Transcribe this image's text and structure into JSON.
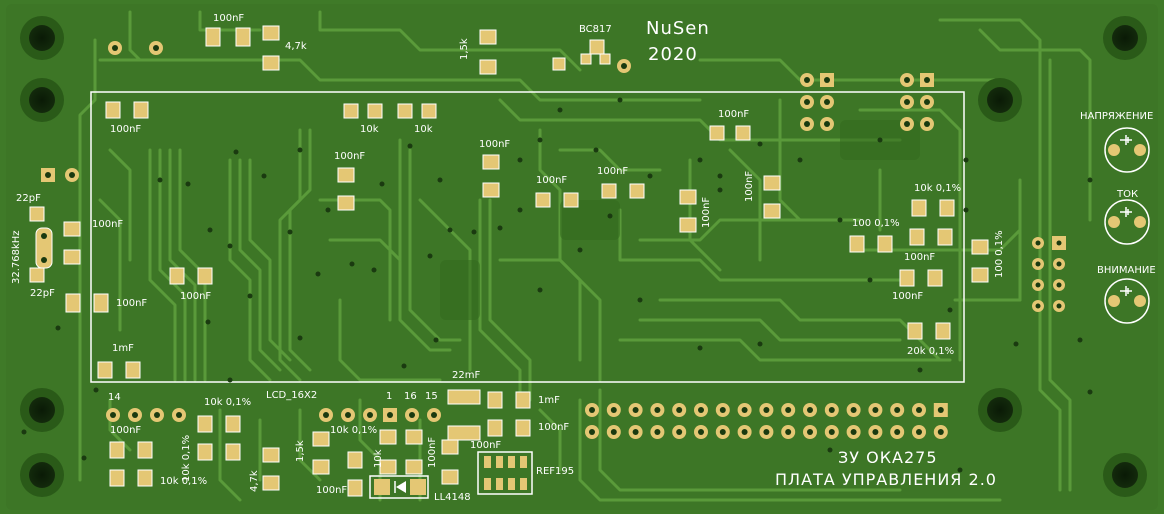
{
  "board": {
    "author": "NuSen",
    "year": "2020",
    "product": "ЗУ ОКА275",
    "subtitle": "ПЛАТА УПРАВЛЕНИЯ 2.0",
    "transistor": "BC817",
    "lcd": "LCD_16X2",
    "crystal": "32.768kHz",
    "diode": "LL4148",
    "reference": "REF195"
  },
  "indicators": [
    {
      "label": "НАПРЯЖЕНИЕ"
    },
    {
      "label": "ТОК"
    },
    {
      "label": "ВНИМАНИЕ"
    }
  ],
  "lcd_pins": {
    "p1": "1",
    "p16": "16",
    "p15": "15",
    "p14": "14"
  },
  "component_labels": {
    "c_top": "100nF",
    "r_4k7_top": "4,7k",
    "r_1k5_top": "1,5k",
    "c_a": "100nF",
    "r_10k_a": "10k",
    "r_10k_b": "10k",
    "c_b": "100nF",
    "c_c": "100nF",
    "c_d": "100nF",
    "c_e": "100nF",
    "c_f": "100nF",
    "c_g": "100nF",
    "c_h": "100nF",
    "c_xtal": "100nF",
    "c_left": "100nF",
    "c_mid": "100nF",
    "cap_22_top": "22pF",
    "cap_22_bot": "22pF",
    "c_1mf_left": "1mF",
    "r_10k_01": "10k 0,1%",
    "r_100_01": "100 0,1%",
    "r_100_01_v": "100 0,1%",
    "c_right": "100nF",
    "c_right2": "100nF",
    "r_20k_01": "20k 0,1%",
    "c_22mf": "22mF",
    "c_1mf": "1mF",
    "c_bot_100": "100nF",
    "r_10k_01_b1": "10k 0,1%",
    "r_10k_01_b2": "10k 0,1%",
    "c_bl1": "100nF",
    "r_bl_v": "10k 0,1%",
    "r_4k7_b": "4,7k",
    "r_1k5_b": "1,5k",
    "r_10k_01_b3": "10k 0,1%",
    "c_bot_a": "100nF",
    "c_bot_b": "100nF",
    "c_bot_c": "100nF",
    "r_10k_v": "10k"
  },
  "colors": {
    "board": "#3f7a28",
    "copper": "#2f6a1c",
    "trace": "#4f8f33",
    "pad": "#e0c070",
    "silk": "#ffffff",
    "hole": "#0a1a06"
  }
}
